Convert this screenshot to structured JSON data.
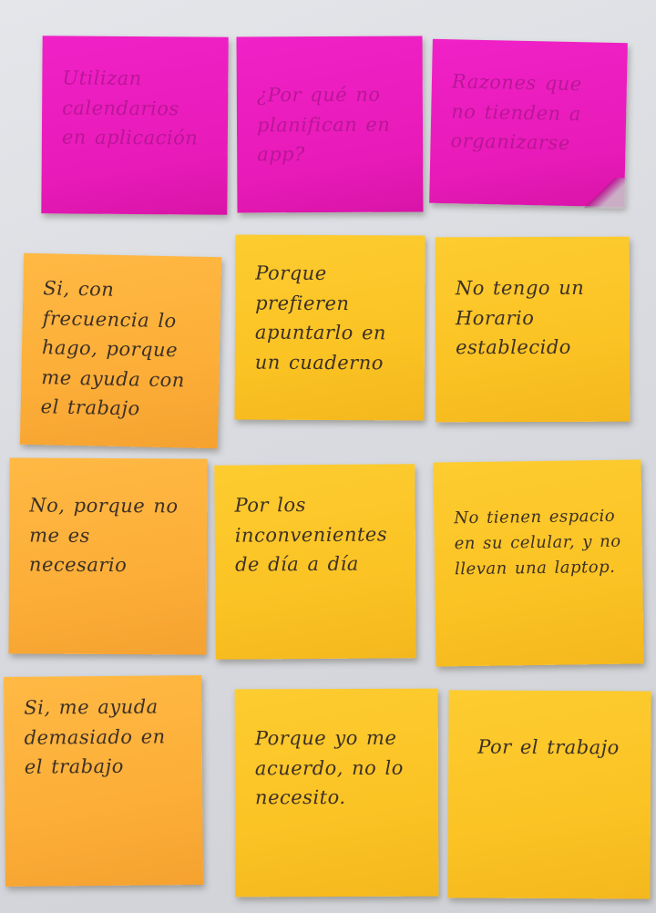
{
  "notes": [
    {
      "id": "note-r1c1",
      "color": "pink",
      "text": "Utilizan calendarios en aplicación"
    },
    {
      "id": "note-r1c2",
      "color": "pink",
      "text": "¿Por qué no planifican en app?"
    },
    {
      "id": "note-r1c3",
      "color": "pink",
      "text": "Razones que no tienden a organizarse"
    },
    {
      "id": "note-r2c1",
      "color": "orange",
      "text": "Si, con frecuencia lo hago, porque me ayuda con el trabajo"
    },
    {
      "id": "note-r2c2",
      "color": "yellow",
      "text": "Porque prefieren apuntarlo en un cuaderno"
    },
    {
      "id": "note-r2c3",
      "color": "yellow",
      "text": "No tengo un Horario establecido"
    },
    {
      "id": "note-r3c1",
      "color": "orange",
      "text": "No, porque no me es necesario"
    },
    {
      "id": "note-r3c2",
      "color": "yellow",
      "text": "Por los inconvenientes de día a día"
    },
    {
      "id": "note-r3c3",
      "color": "yellow",
      "text": "No tienen espacio en su celular, y no llevan una laptop."
    },
    {
      "id": "note-r4c1",
      "color": "orange",
      "text": "Si, me ayuda demasiado en el trabajo"
    },
    {
      "id": "note-r4c2",
      "color": "yellow",
      "text": "Porque yo me acuerdo, no lo necesito."
    },
    {
      "id": "note-r4c3",
      "color": "yellow",
      "text": "Por el trabajo"
    }
  ],
  "colors": {
    "pink": "#ee1fc3",
    "orange": "#fdb23c",
    "yellow": "#fbc527",
    "ink": "#3c3026",
    "background": "#dcdee3"
  }
}
